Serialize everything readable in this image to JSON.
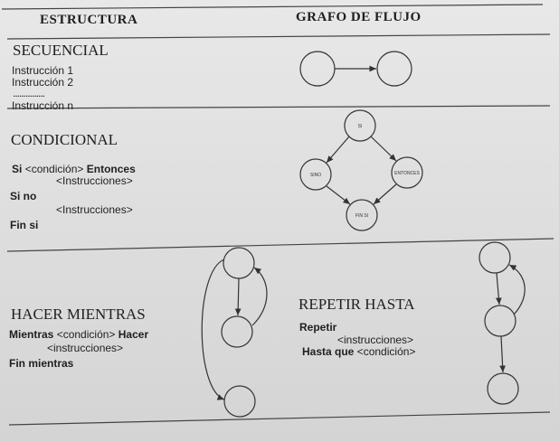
{
  "headers": {
    "structure": "ESTRUCTURA",
    "flow_graph": "GRAFO DE FLUJO"
  },
  "secuencial": {
    "title": "SECUENCIAL",
    "line1": "Instrucción 1",
    "line2": "Instrucción 2",
    "dots": "...............",
    "line_n": "Instrucción n"
  },
  "condicional": {
    "title": "CONDICIONAL",
    "si_kw": "Si",
    "condition": "<condición>",
    "entonces_kw": "Entonces",
    "instr1": "<Instrucciones>",
    "sino_kw": "Si no",
    "instr2": "<Instrucciones>",
    "fin_kw": "Fin si",
    "nodes": {
      "si": "SI",
      "sino": "SINO",
      "entonces": "ENTONCES",
      "finsi": "FIN SI"
    }
  },
  "hacer_mientras": {
    "title": "HACER MIENTRAS",
    "mientras_kw": "Mientras",
    "condition": "<condición>",
    "hacer_kw": "Hacer",
    "instr": "<instrucciones>",
    "fin_kw": "Fin mientras"
  },
  "repetir_hasta": {
    "title": "REPETIR HASTA",
    "repetir_kw": "Repetir",
    "instr": "<instrucciones>",
    "hasta_kw": "Hasta que",
    "condition": "<condición>"
  }
}
